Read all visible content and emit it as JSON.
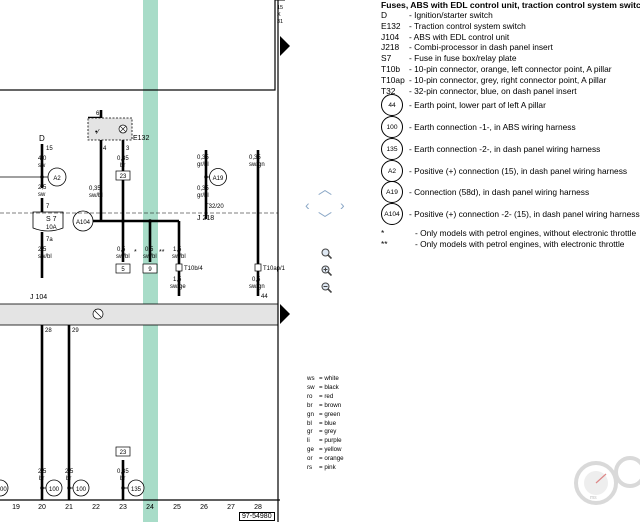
{
  "header": {
    "title": "Fuses, ABS with EDL control unit, traction control system switch"
  },
  "legend": [
    {
      "code": "D",
      "desc": "- Ignition/starter switch"
    },
    {
      "code": "E132",
      "desc": "- Traction control system switch"
    },
    {
      "code": "J104",
      "desc": "- ABS with EDL control unit"
    },
    {
      "code": "J218",
      "desc": "- Combi-processor in dash panel insert"
    },
    {
      "code": "S7",
      "desc": "- Fuse in fuse box/relay plate"
    },
    {
      "code": "T10b",
      "desc": "- 10-pin connector, orange, left connector point, A pillar"
    },
    {
      "code": "T10ap",
      "desc": "- 10-pin connector, grey, right connector point, A pillar"
    },
    {
      "code": "T32",
      "desc": "- 32-pin connector, blue, on dash panel insert"
    }
  ],
  "circle_legend": [
    {
      "code": "44",
      "desc": "- Earth point, lower part of left A pillar"
    },
    {
      "code": "100",
      "desc": "- Earth connection -1-, in ABS wiring harness"
    },
    {
      "code": "135",
      "desc": "- Earth connection -2-, in dash panel wiring harness"
    },
    {
      "code": "A2",
      "desc": "- Positive (+) connection (15), in dash panel wiring harness"
    },
    {
      "code": "A19",
      "desc": "- Connection (58d), in dash panel wiring harness"
    },
    {
      "code": "A104",
      "desc": "- Positive (+) connection -2- (15), in dash panel wiring harness"
    }
  ],
  "notes": [
    {
      "mark": "*",
      "desc": "- Only models with petrol engines, without electronic throttle"
    },
    {
      "mark": "**",
      "desc": "- Only models with petrol engines, with electronic throttle"
    }
  ],
  "color_key": [
    {
      "abbr": "ws",
      "name": "= white"
    },
    {
      "abbr": "sw",
      "name": "= black"
    },
    {
      "abbr": "ro",
      "name": "= red"
    },
    {
      "abbr": "br",
      "name": "= brown"
    },
    {
      "abbr": "gn",
      "name": "= green"
    },
    {
      "abbr": "bl",
      "name": "= blue"
    },
    {
      "abbr": "gr",
      "name": "= grey"
    },
    {
      "abbr": "li",
      "name": "= purple"
    },
    {
      "abbr": "ge",
      "name": "= yellow"
    },
    {
      "abbr": "or",
      "name": "= orange"
    },
    {
      "abbr": "rs",
      "name": "= pink"
    }
  ],
  "top_right_marks": [
    "15",
    "X",
    "31"
  ],
  "diagram": {
    "D": "D",
    "D_pin": "15",
    "D_wire1": "4,0",
    "D_wire1c": "sw",
    "A2": "A2",
    "wire_25sw": "2,5",
    "wire_25sw_c": "sw",
    "pin7": "7",
    "S7": "S 7",
    "S7_rating": "10A",
    "pin7a": "7a",
    "wire_25swbl": "2,5",
    "wire_25swbl_c": "sw/bl",
    "A104": "A104",
    "wire_035swbl": "0,35",
    "wire_035swbl_c": "sw/bl",
    "E132": "E132",
    "e_pin6": "6",
    "e_pin4": "4",
    "e_pin3": "3",
    "wire_035br": "0,35",
    "wire_035br_c": "br",
    "box23_top": "23",
    "wire_035grbl": "0,35",
    "wire_035grbl_c": "gr/bl",
    "A19": "A19",
    "wire_035grbl2": "0,35",
    "wire_035grbl2_c": "gr/bl",
    "T32_20": "T32/20",
    "J218": "J 218",
    "wire_035swgn": "0,35",
    "wire_035swgn_c": "sw/gn",
    "w1": "0,5",
    "w1c": "sw/bl",
    "w2": "0,5",
    "w2c": "sw/bl",
    "w3": "1,5",
    "w3c": "sw/bl",
    "star1": "*",
    "star2": "**",
    "box5": "5",
    "box9": "9",
    "T10b4": "T10b/4",
    "w4": "1,5",
    "w4c": "sw/ge",
    "T10ap1": "T10ap/1",
    "w5": "0,5",
    "w5c": "sw/gn",
    "pin44": "44",
    "J104": "J 104",
    "pin28": "28",
    "pin29": "29",
    "box23_bot": "23",
    "bw1": "2,5",
    "bw1c": "br",
    "bw2": "2,5",
    "bw2c": "br",
    "bw3": "0,35",
    "bw3c": "br",
    "e100a": "100",
    "e100b": "100",
    "e100c": "00",
    "e135": "135"
  },
  "columns": [
    "19",
    "20",
    "21",
    "22",
    "23",
    "24",
    "25",
    "26",
    "27",
    "28"
  ],
  "doc_number": "97-54980"
}
